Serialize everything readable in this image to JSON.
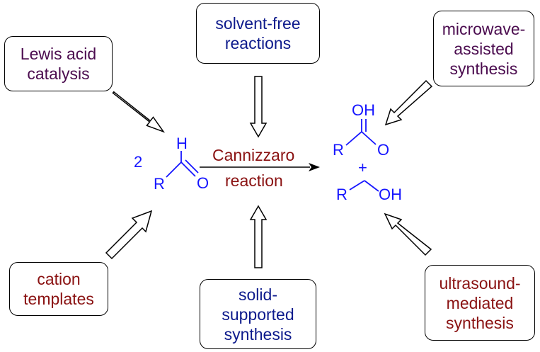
{
  "boxes": {
    "lewis": "Lewis acid\ncatalysis",
    "solvent": "solvent-free\nreactions",
    "microwave": "microwave-\nassisted\nsynthesis",
    "cation": "cation\ntemplates",
    "solid": "solid-\nsupported\nsynthesis",
    "ultrasound": "ultrasound-\nmediated\nsynthesis"
  },
  "reaction": {
    "name_line1": "Cannizzaro",
    "name_line2": "reaction"
  },
  "reactant": {
    "coefficient": "2",
    "h": "H",
    "r": "R",
    "o": "O"
  },
  "product_acid": {
    "oh": "OH",
    "r": "R",
    "o": "O"
  },
  "plus": "+",
  "product_alcohol": {
    "r": "R",
    "oh": "OH"
  },
  "colors": {
    "structure": "#1515ff",
    "arrow": "#000000",
    "purple_text": "#4b0c4f",
    "navy_text": "#0d1a8c",
    "maroon_text": "#8a1212"
  }
}
